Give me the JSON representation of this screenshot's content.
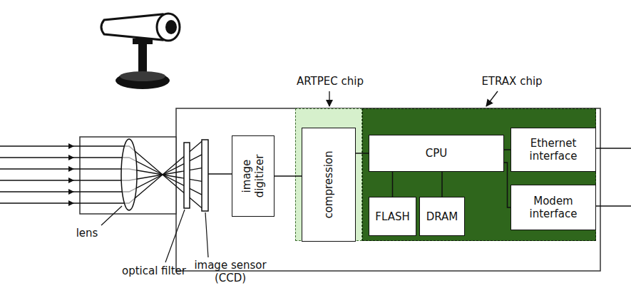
{
  "diagram": {
    "nodes": [
      {
        "text": [
          "image digitizer"
        ]
      },
      {
        "text": [
          "ARTPEC chip"
        ]
      },
      {
        "text": [
          "compression"
        ],
        "in": 1
      },
      {
        "text": [
          "ETRAX chip"
        ]
      },
      {
        "text": [
          "CPU"
        ],
        "in": 3
      },
      {
        "text": [
          "FLASH"
        ],
        "in": 3
      },
      {
        "text": [
          "DRAM"
        ],
        "in": 3
      },
      {
        "text": [
          "Ethernet interface"
        ],
        "in": 3
      },
      {
        "text": [
          "Modem interface"
        ],
        "in": 3
      }
    ],
    "edges": [
      {
        "from": 0,
        "to": 2,
        "arrow": "none"
      },
      {
        "from": 2,
        "to": 4,
        "arrow": "none"
      },
      {
        "from": 4,
        "to": 5,
        "arrow": "none"
      },
      {
        "from": 4,
        "to": 6,
        "arrow": "none"
      },
      {
        "from": 4,
        "to": 7,
        "arrow": "none"
      },
      {
        "from": 4,
        "to": 8,
        "arrow": "none"
      }
    ],
    "labels": [
      "lens",
      "optical filter",
      "image sensor (CCD)"
    ]
  }
}
